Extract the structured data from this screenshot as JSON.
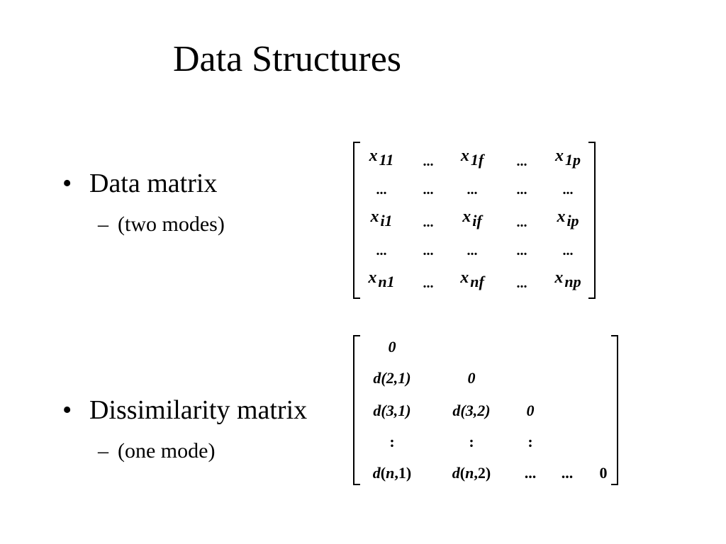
{
  "title": "Data Structures",
  "bullets": [
    {
      "label": "Data matrix",
      "sub": "(two modes)"
    },
    {
      "label": "Dissimilarity matrix",
      "sub": "(one mode)"
    }
  ],
  "data_matrix": {
    "rows": [
      [
        {
          "base": "x",
          "sub": "11"
        },
        {
          "dots": "..."
        },
        {
          "base": "x",
          "sub": "1f"
        },
        {
          "dots": "..."
        },
        {
          "base": "x",
          "sub": "1p"
        }
      ],
      [
        {
          "dots": "..."
        },
        {
          "dots": "..."
        },
        {
          "dots": "..."
        },
        {
          "dots": "..."
        },
        {
          "dots": "..."
        }
      ],
      [
        {
          "base": "x",
          "sub": "i1"
        },
        {
          "dots": "..."
        },
        {
          "base": "x",
          "sub": "if"
        },
        {
          "dots": "..."
        },
        {
          "base": "x",
          "sub": "ip"
        }
      ],
      [
        {
          "dots": "..."
        },
        {
          "dots": "..."
        },
        {
          "dots": "..."
        },
        {
          "dots": "..."
        },
        {
          "dots": "..."
        }
      ],
      [
        {
          "base": "x",
          "sub": "n1"
        },
        {
          "dots": "..."
        },
        {
          "base": "x",
          "sub": "nf"
        },
        {
          "dots": "..."
        },
        {
          "base": "x",
          "sub": "np"
        }
      ]
    ]
  },
  "dissimilarity_matrix": {
    "rows": [
      [
        "0"
      ],
      [
        "d(2,1)",
        "0"
      ],
      [
        "d(3,1)",
        "d(3,2)",
        "0"
      ],
      [
        ":",
        ":",
        ":"
      ],
      [
        "d(n,1)",
        "d(n,2)",
        "...",
        "...",
        "0"
      ]
    ]
  }
}
